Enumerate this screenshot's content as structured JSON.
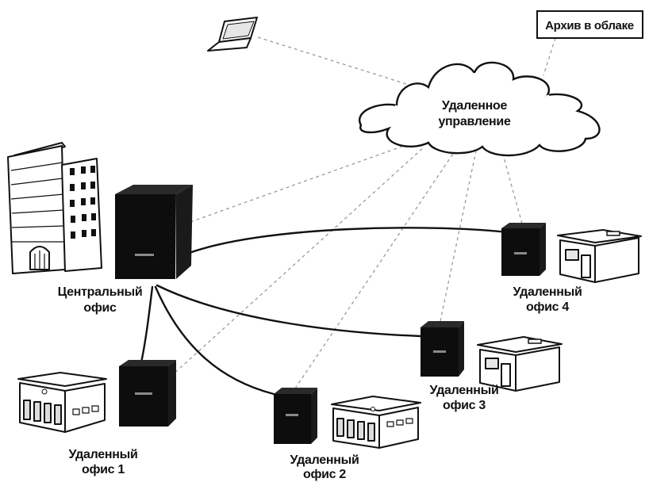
{
  "diagram": {
    "cloud": {
      "line1": "Удаленное",
      "line2": "управление"
    },
    "archive": {
      "label": "Архив в облаке"
    },
    "central": {
      "line1": "Центральный",
      "line2": "офис"
    },
    "remote1": {
      "line1": "Удаленный",
      "line2": "офис 1"
    },
    "remote2": {
      "line1": "Удаленный",
      "line2": "офис 2"
    },
    "remote3": {
      "line1": "Удаленный",
      "line2": "офис 3"
    },
    "remote4": {
      "line1": "Удаленный",
      "line2": "офис 4"
    }
  },
  "colors": {
    "ink": "#111111",
    "device": "#0d0d0d",
    "dashed": "#9a9a9a",
    "background": "#ffffff"
  },
  "icons": [
    "laptop-icon",
    "cloud-icon",
    "office-building-icon",
    "server-icon",
    "branch-office-icon"
  ]
}
